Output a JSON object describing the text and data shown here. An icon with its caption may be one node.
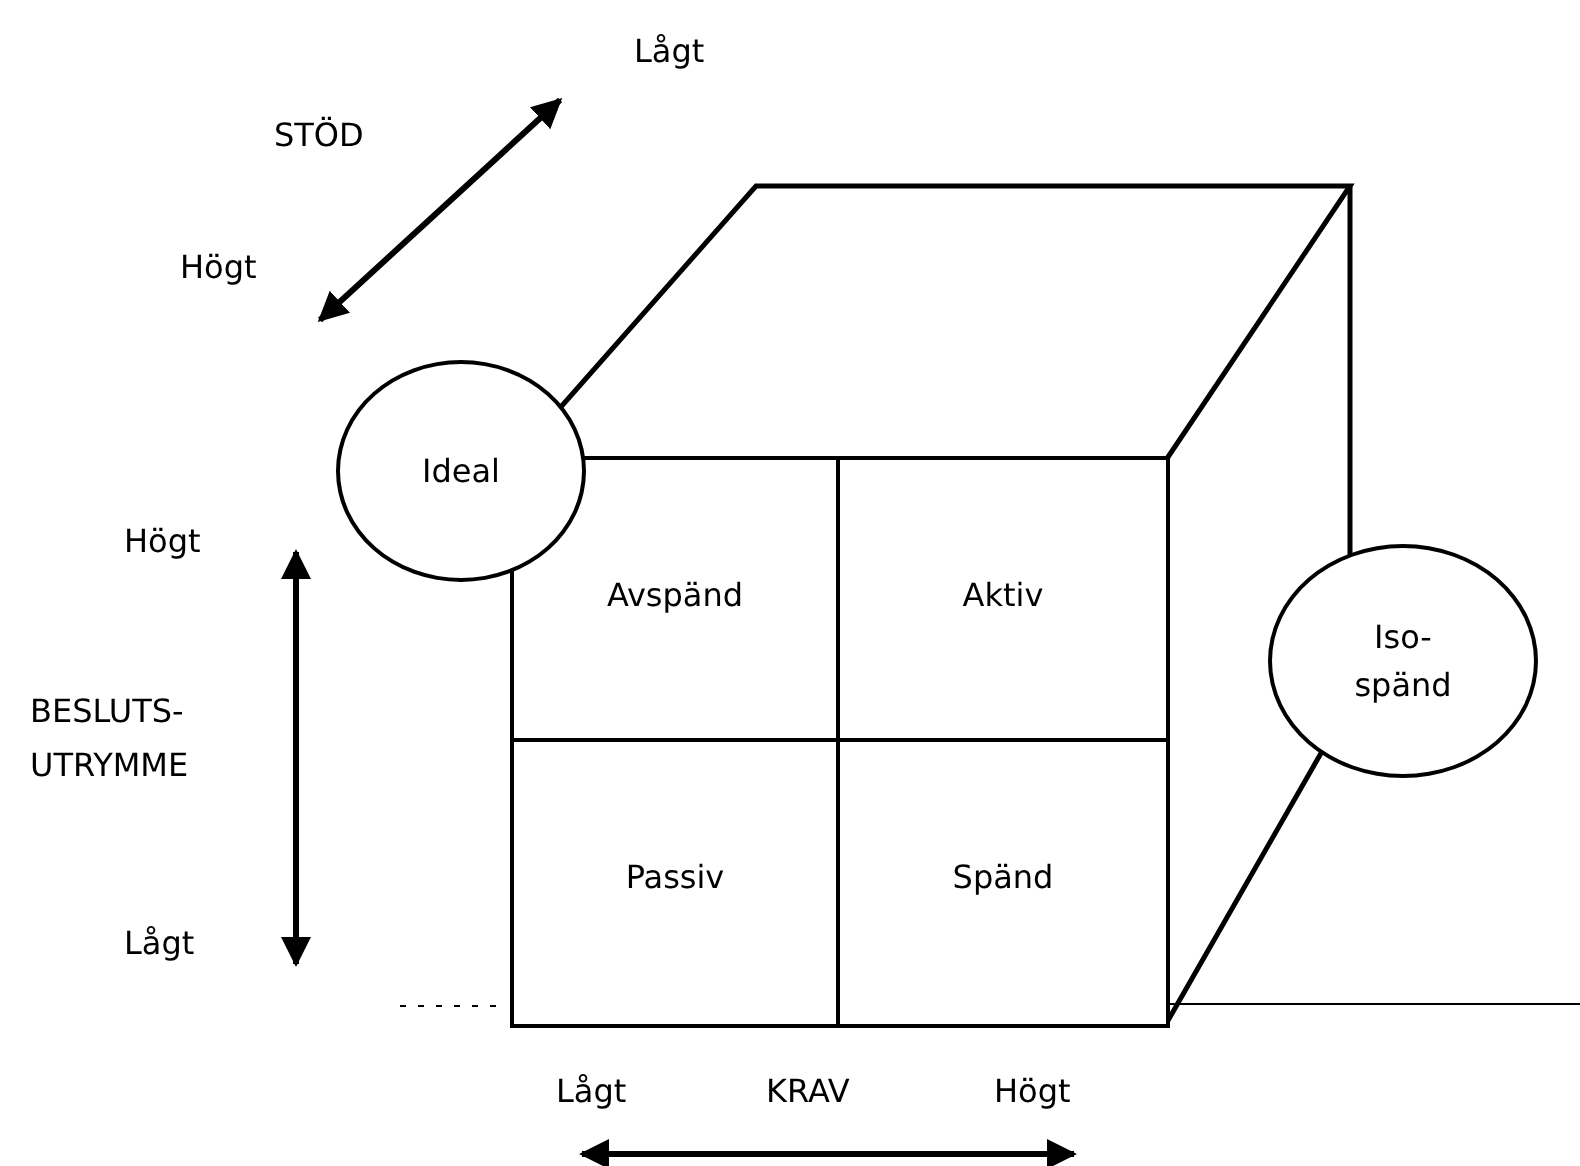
{
  "diagram": {
    "nodes": [
      {
        "text": [
          "Ideal"
        ]
      },
      {
        "text": [
          "Avspänd"
        ]
      },
      {
        "text": [
          "Aktiv"
        ]
      },
      {
        "text": [
          "Passiv"
        ]
      },
      {
        "text": [
          "Spänd"
        ]
      },
      {
        "text": [
          "Iso- spänd"
        ]
      }
    ],
    "labels": [
      "Lågt",
      "STÖD",
      "Högt",
      "Högt",
      "BESLUTS- UTRYMME",
      "Lågt",
      "Lågt",
      "KRAV",
      "Högt"
    ]
  }
}
